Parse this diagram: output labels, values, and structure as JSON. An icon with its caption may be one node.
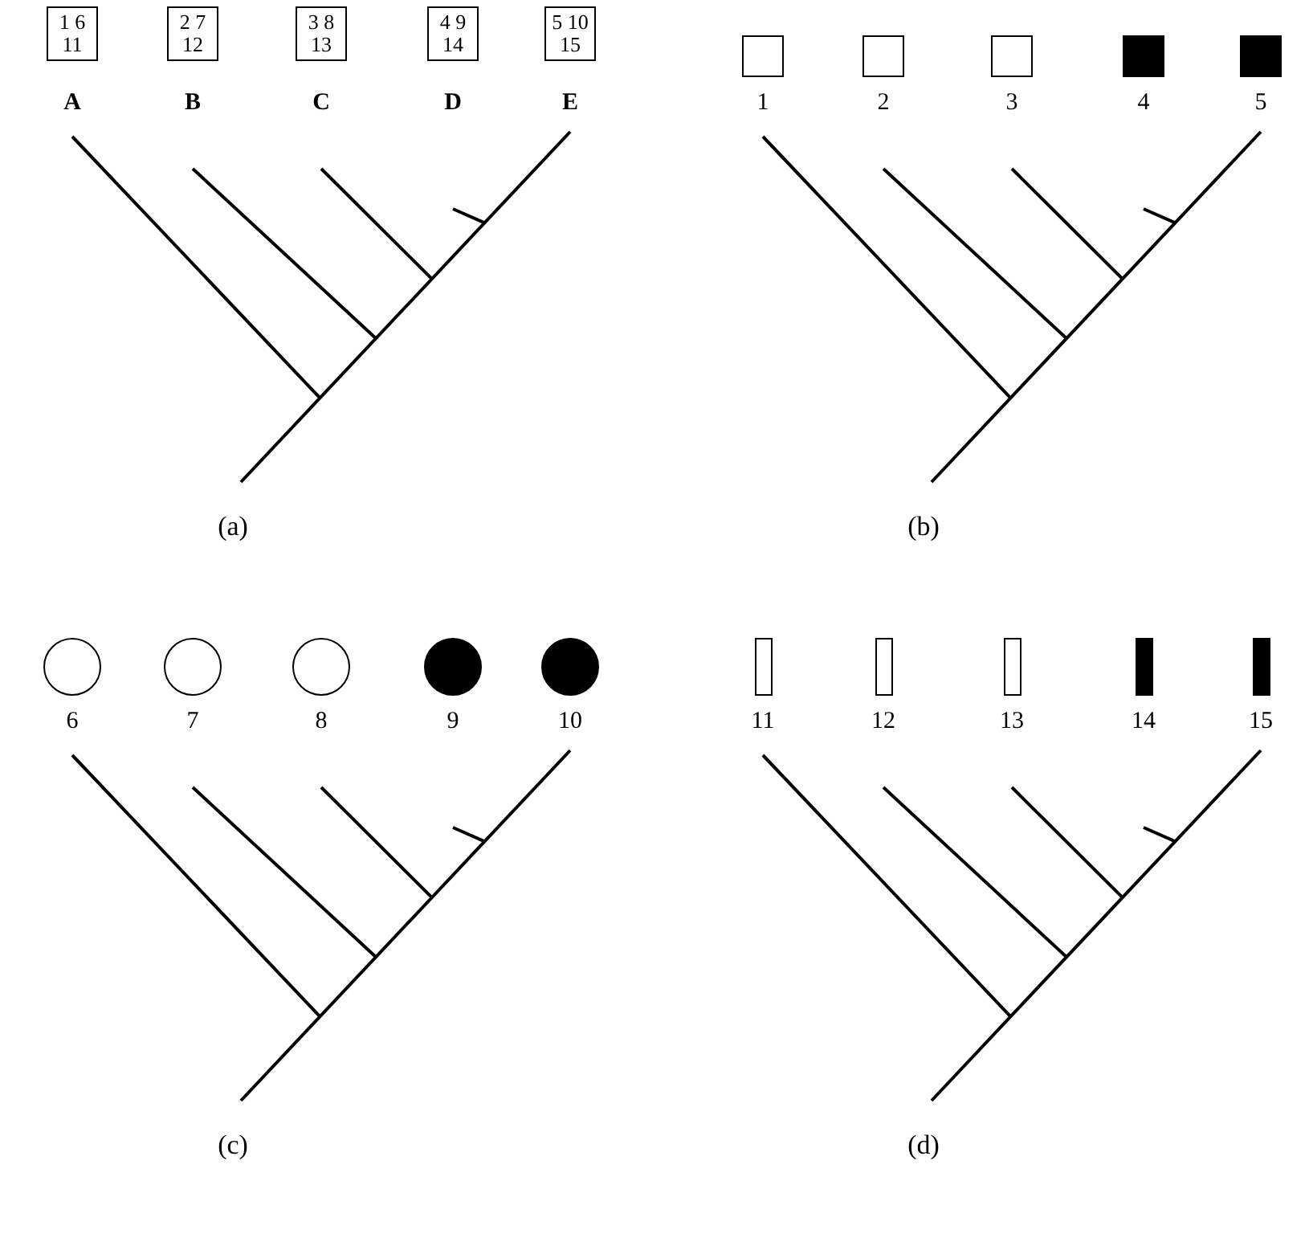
{
  "diagram": {
    "nodes": [
      {
        "text": [
          "1 6 11"
        ],
        "beside": [
          "A"
        ]
      },
      {
        "text": [
          "2 7 12"
        ],
        "beside": [
          "B"
        ]
      },
      {
        "text": [
          "3 8 13"
        ],
        "beside": [
          "C"
        ]
      },
      {
        "text": [
          "4 9 14"
        ],
        "beside": [
          "D"
        ]
      },
      {
        "text": [
          "5 10 15"
        ],
        "beside": [
          "E"
        ]
      },
      {
        "text": [],
        "shape": "box",
        "beside": [
          "1"
        ]
      },
      {
        "text": [],
        "shape": "box",
        "beside": [
          "2"
        ]
      },
      {
        "text": [],
        "shape": "box",
        "beside": [
          "3"
        ]
      },
      {
        "text": [],
        "shape": "box",
        "beside": [
          "4"
        ]
      },
      {
        "text": [],
        "shape": "box",
        "beside": [
          "5"
        ]
      },
      {
        "text": [],
        "shape": "circle",
        "beside": [
          "6"
        ]
      },
      {
        "text": [],
        "shape": "circle",
        "beside": [
          "7"
        ]
      },
      {
        "text": [],
        "shape": "circle",
        "beside": [
          "8"
        ]
      },
      {
        "text": [],
        "shape": "circle",
        "beside": [
          "9"
        ]
      },
      {
        "text": [],
        "shape": "circle",
        "beside": [
          "10"
        ]
      },
      {
        "text": [],
        "shape": "bar",
        "beside": [
          "11"
        ]
      },
      {
        "text": [],
        "shape": "bar",
        "beside": [
          "12"
        ]
      },
      {
        "text": [],
        "shape": "bar",
        "beside": [
          "13"
        ]
      },
      {
        "text": [],
        "shape": "bar",
        "beside": [
          "14"
        ]
      },
      {
        "text": [],
        "shape": "bar",
        "beside": [
          "15"
        ]
      }
    ],
    "labels": [
      "(a)",
      "(b)",
      "(c)",
      "(d)"
    ]
  }
}
